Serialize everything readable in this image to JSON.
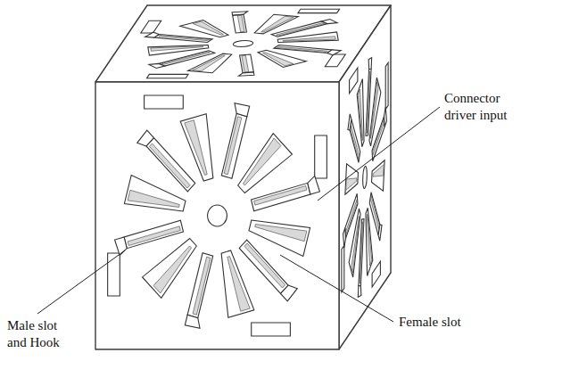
{
  "diagram": {
    "labels": [
      "Connector driver input",
      "Male slot and Hook",
      "Female slot"
    ]
  }
}
